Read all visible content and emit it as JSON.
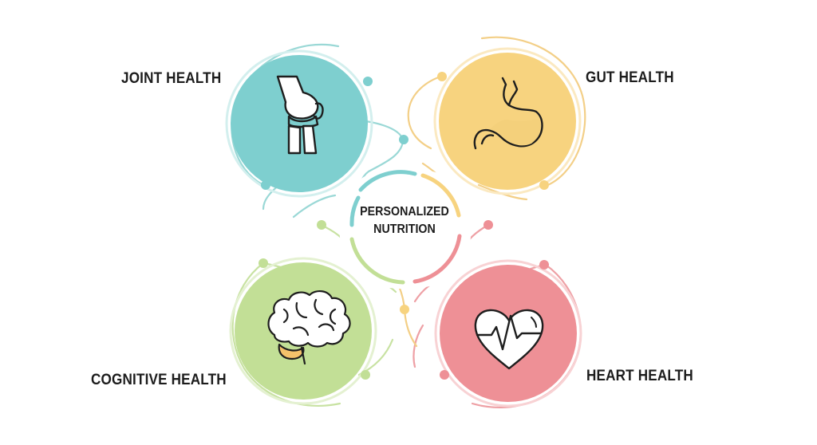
{
  "center": {
    "line1": "PERSONALIZED",
    "line2": "NUTRITION"
  },
  "nodes": [
    {
      "id": "joint",
      "label": "JOINT HEALTH",
      "icon": "knee-joint-icon",
      "color": "#7ecfcf",
      "ring": "#9ad8d6"
    },
    {
      "id": "gut",
      "label": "GUT HEALTH",
      "icon": "stomach-icon",
      "color": "#f7d37f",
      "ring": "#f3cf87"
    },
    {
      "id": "cognitive",
      "label": "COGNITIVE HEALTH",
      "icon": "brain-icon",
      "color": "#c2df96",
      "ring": "#c8e2a2"
    },
    {
      "id": "heart",
      "label": "HEART HEALTH",
      "icon": "heart-ecg-icon",
      "color": "#ee9096",
      "ring": "#eea0a5"
    }
  ]
}
